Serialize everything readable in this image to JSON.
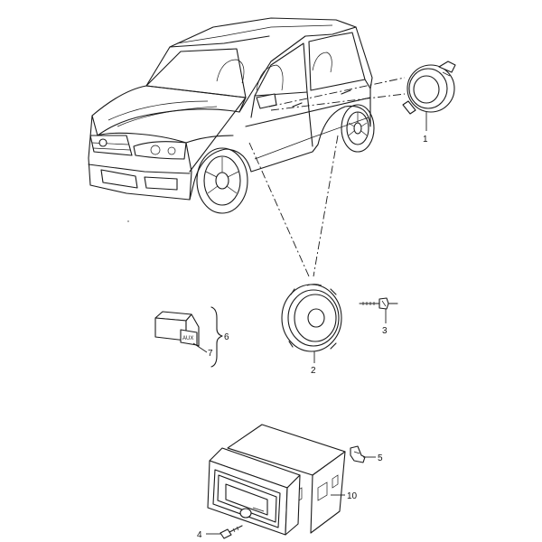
{
  "callouts": {
    "c1": "1",
    "c2": "2",
    "c3": "3",
    "c4": "4",
    "c5": "5",
    "c6": "6",
    "c7": "7",
    "c10": "10"
  },
  "aux_label": "AUX",
  "icons": {
    "car": "car-illustration-icon",
    "tweeter": "tweeter-speaker-icon",
    "speaker": "door-speaker-icon",
    "screw": "screw-icon",
    "aux_socket": "aux-socket-icon",
    "radio": "radio-unit-icon",
    "clip": "clip-icon"
  }
}
